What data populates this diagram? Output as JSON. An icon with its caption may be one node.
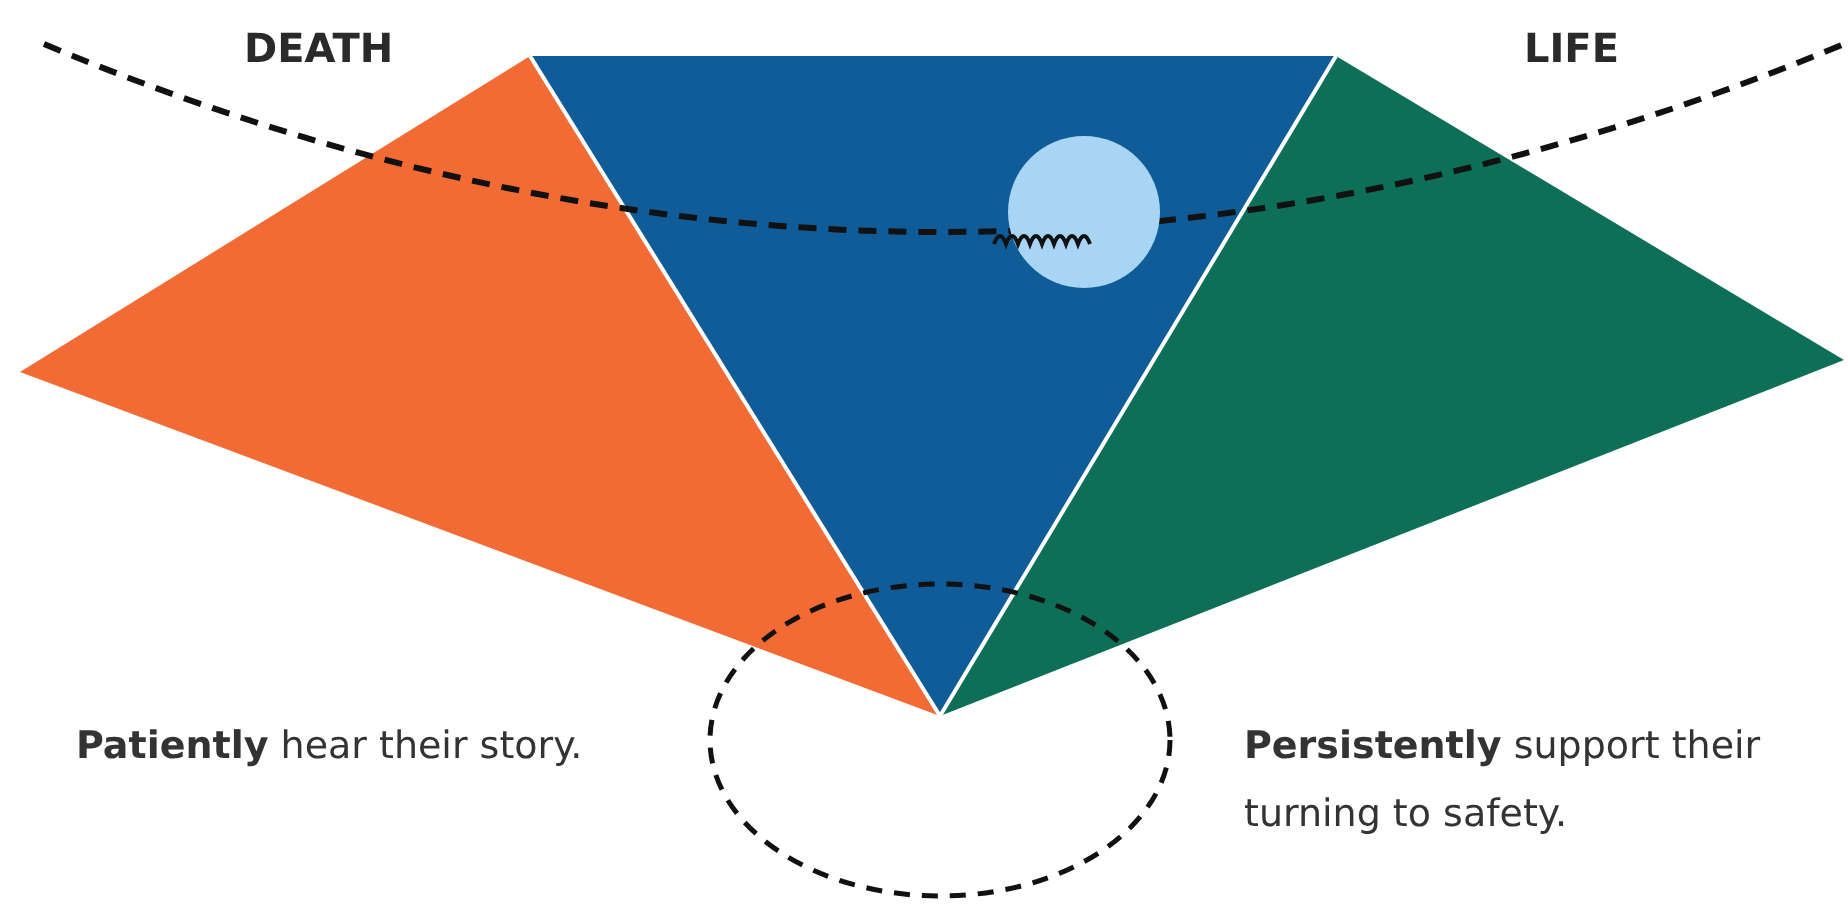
{
  "diagram": {
    "labels": [
      "DEATH",
      "LIFE",
      "**Patiently** hear their story.",
      "**Persistently** support their turning to safety."
    ]
  }
}
